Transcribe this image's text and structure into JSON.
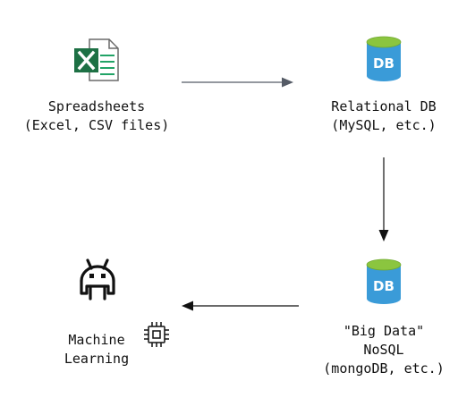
{
  "nodes": {
    "spreadsheets": {
      "icon": "excel-icon",
      "lines": [
        "Spreadsheets",
        "(Excel, CSV files)"
      ]
    },
    "relational": {
      "icon": "database-icon",
      "icon_text": "DB",
      "lines": [
        "Relational DB",
        "(MySQL, etc.)"
      ]
    },
    "bigdata": {
      "icon": "database-icon",
      "icon_text": "DB",
      "lines": [
        "\"Big Data\"",
        "NoSQL",
        "(mongoDB, etc.)"
      ]
    },
    "ml": {
      "icon": "robot-icon",
      "icon2": "processor-icon",
      "lines": [
        "Machine",
        "Learning"
      ]
    }
  },
  "colors": {
    "excel_green": "#1D7044",
    "excel_green_light": "#21A366",
    "db_blue": "#3A9BD8",
    "db_top": "#8BC53F",
    "arrow_gray": "#555B66",
    "arrow_black": "#111111"
  }
}
